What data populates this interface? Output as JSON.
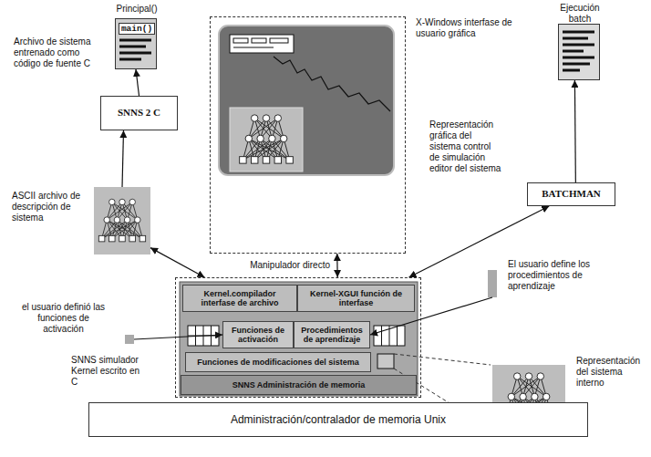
{
  "diagram": {
    "nodes": [
      {
        "text": [
          "Principal()",
          "main()"
        ]
      },
      {
        "text": [
          "X-Windows interfase de usuario gráfica",
          "Representación gráfica del sistema control de simulación editor del sistema"
        ]
      },
      {
        "text": [
          "Ejecución batch"
        ]
      },
      {
        "text": [
          "SNNS 2 C"
        ]
      },
      {
        "text": [
          "ASCII archivo de descripción de sistema"
        ]
      },
      {
        "text": [
          "BATCHMAN"
        ]
      },
      {
        "text": [
          "el usuario definió las funciones de activación"
        ]
      },
      {
        "text": [
          "El usuario define los procedimientos de aprendizaje"
        ]
      },
      {
        "text": [
          "SNNS simulador Kernel escrito en C"
        ]
      },
      {
        "text": [
          "Kernel.compilador interfase de archivo"
        ],
        "in": 8
      },
      {
        "text": [
          "Kernel-XGUI función de interfase"
        ],
        "in": 8
      },
      {
        "text": [
          "Funciones de activación"
        ],
        "in": 8
      },
      {
        "text": [
          "Procedimientos de aprendizaje"
        ],
        "in": 8
      },
      {
        "text": [
          "Funciones de modificaciones del sistema"
        ],
        "in": 8
      },
      {
        "text": [
          "SNNS Administración de memoria"
        ],
        "in": 8
      },
      {
        "text": [
          "Representación del sistema interno"
        ]
      },
      {
        "text": [
          "Administración/contralador de memoria Unix"
        ]
      }
    ],
    "edges": [
      {
        "from": 4,
        "to": 3,
        "arrow": "to"
      },
      {
        "from": 3,
        "to": 0,
        "arrow": "to"
      },
      {
        "from": 4,
        "to": 8,
        "arrow": "both"
      },
      {
        "from": 1,
        "to": 8,
        "label": "Manipulador directo",
        "arrow": "both"
      },
      {
        "from": 5,
        "to": 8,
        "arrow": "both"
      },
      {
        "from": 5,
        "to": 2,
        "arrow": "to"
      },
      {
        "from": 6,
        "to": 11,
        "arrow": "to"
      },
      {
        "from": 7,
        "to": 12,
        "arrow": "to"
      }
    ],
    "labels": [
      "Archivo de sistema entrenado como código de fuente C"
    ]
  }
}
